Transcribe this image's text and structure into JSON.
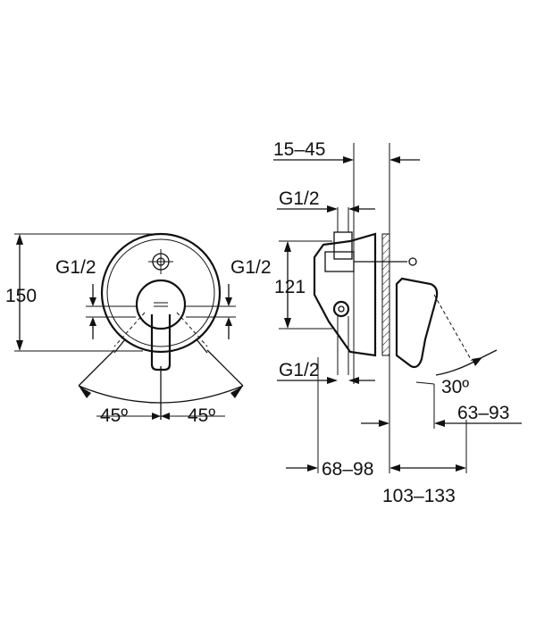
{
  "front_view": {
    "height_dim": "150",
    "thread_left": "G1/2",
    "thread_right": "G1/2",
    "angle_left": "45º",
    "angle_right": "45º"
  },
  "side_view": {
    "wall_depth_dim": "15–45",
    "thread_top": "G1/2",
    "spacing_dim": "121",
    "thread_bottom": "G1/2",
    "lever_angle": "30º",
    "lever_depth_dim": "63–93",
    "body_depth_dim": "68–98",
    "total_depth_dim": "103–133"
  }
}
